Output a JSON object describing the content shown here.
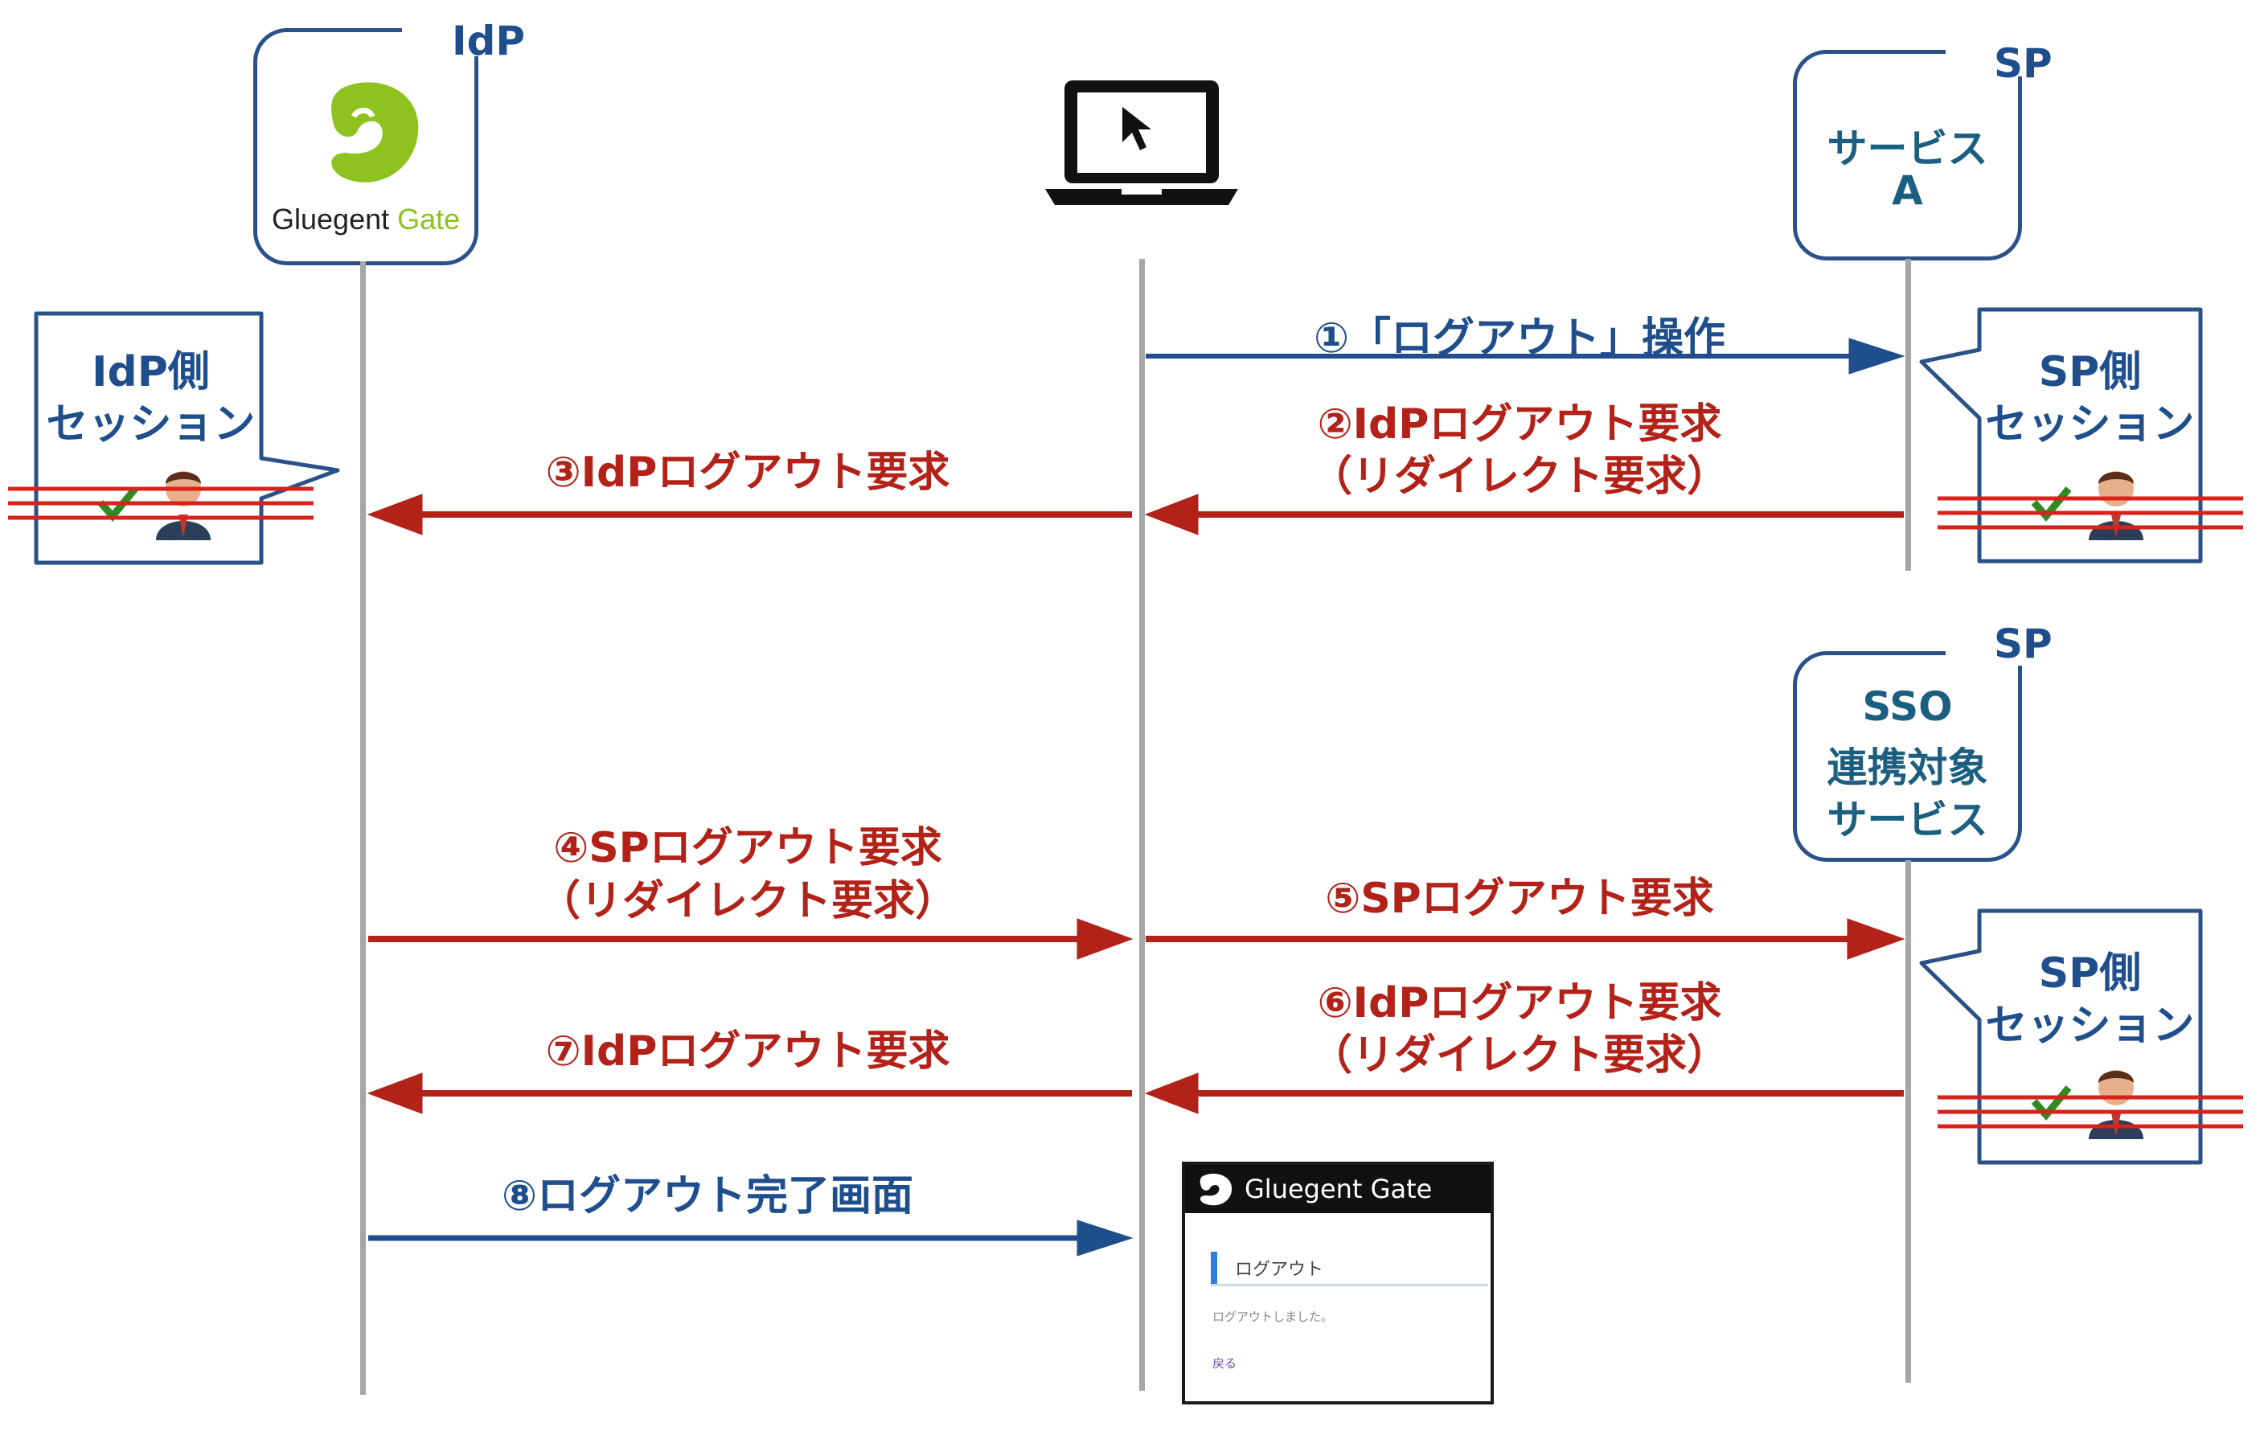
{
  "idp": {
    "corner_label": "IdP",
    "logo_text_main": "Gluegent",
    "logo_text_accent": "Gate"
  },
  "sp1": {
    "corner_label": "SP",
    "name_line1": "サービス",
    "name_line2": "A"
  },
  "sp2": {
    "corner_label": "SP",
    "name_line1": "SSO",
    "name_line2": "連携対象",
    "name_line3": "サービス"
  },
  "sessions": {
    "idp": {
      "line1": "IdP側",
      "line2": "セッション"
    },
    "sp1": {
      "line1": "SP側",
      "line2": "セッション"
    },
    "sp2": {
      "line1": "SP側",
      "line2": "セッション"
    }
  },
  "messages": {
    "m1": "①「ログアウト」操作",
    "m2_line1": "②IdPログアウト要求",
    "m2_line2": "（リダイレクト要求）",
    "m3": "③IdPログアウト要求",
    "m4_line1": "④SPログアウト要求",
    "m4_line2": "（リダイレクト要求）",
    "m5": "⑤SPログアウト要求",
    "m6_line1": "⑥IdPログアウト要求",
    "m6_line2": "（リダイレクト要求）",
    "m7": "⑦IdPログアウト要求",
    "m8": "⑧ログアウト完了画面"
  },
  "screenshot": {
    "brand": "Gluegent Gate",
    "heading": "ログアウト",
    "message": "ログアウトしました。",
    "link": "戻る"
  },
  "colors": {
    "blue": "#1f4e8c",
    "red": "#b22218",
    "lifeline": "#a6a6a6",
    "logo_green": "#8dc21f",
    "teal": "#1a5e80"
  },
  "icons": [
    "gluegent-logo-icon",
    "laptop-icon",
    "mouse-cursor-icon",
    "user-avatar-icon",
    "check-icon"
  ]
}
